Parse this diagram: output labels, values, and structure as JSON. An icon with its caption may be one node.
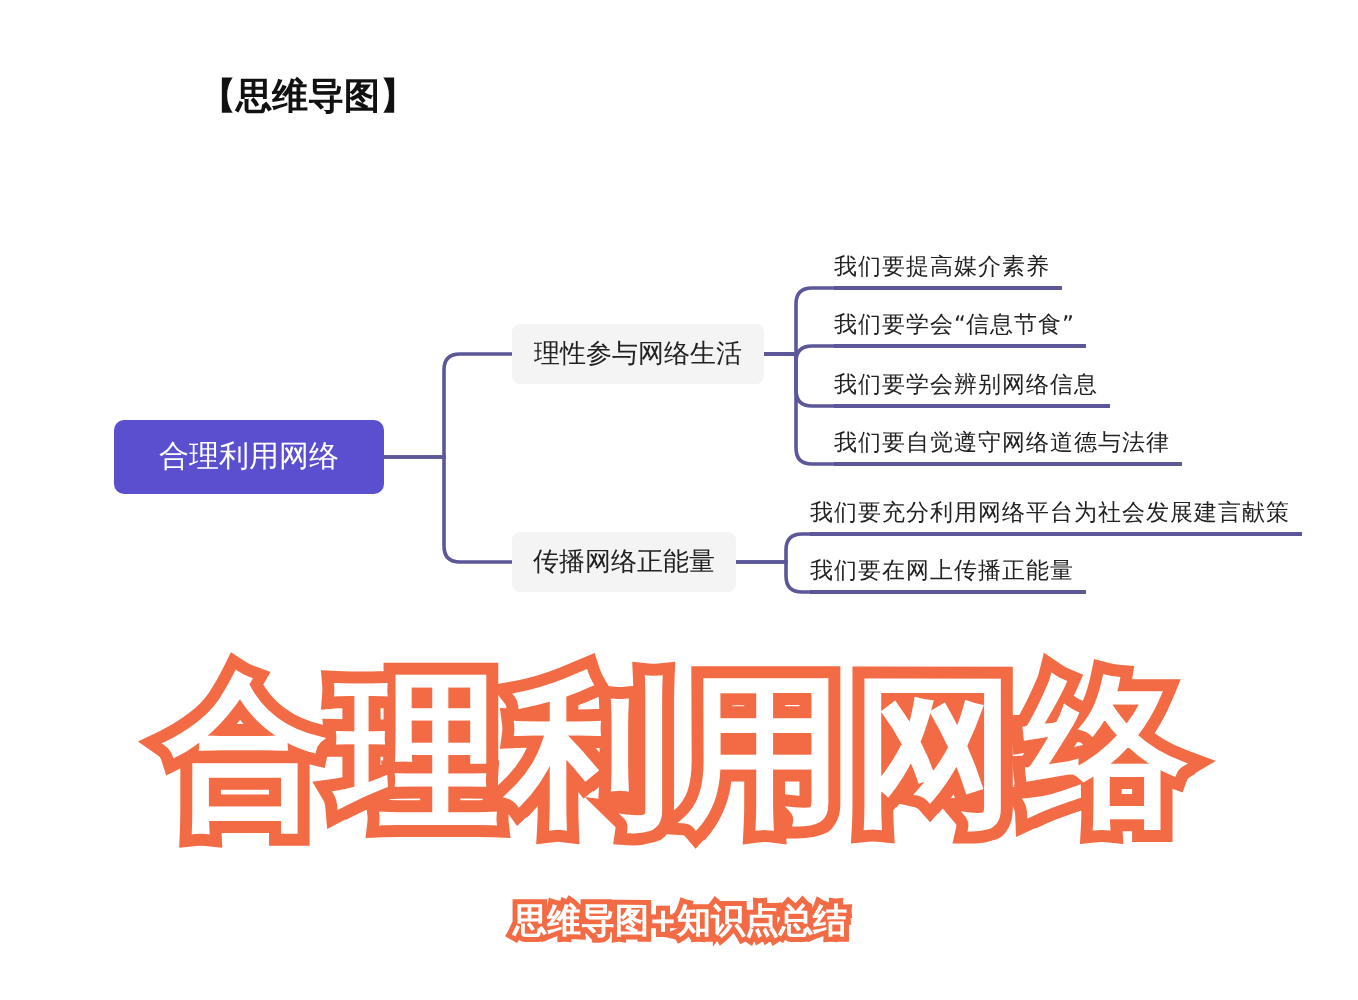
{
  "diagram": {
    "title": "【思维导图】",
    "nodes": [
      {
        "text": [
          "合理利用网络"
        ]
      },
      {
        "text": [
          "理性参与网络生活"
        ]
      },
      {
        "text": [
          "传播网络正能量"
        ]
      },
      {
        "text": [
          "我们要提高媒介素养"
        ]
      },
      {
        "text": [
          "我们要学会“信息节食”"
        ]
      },
      {
        "text": [
          "我们要学会辨别网络信息"
        ]
      },
      {
        "text": [
          "我们要自觉遵守网络道德与法律"
        ]
      },
      {
        "text": [
          "我们要充分利用网络平台为社会发展建言献策"
        ]
      },
      {
        "text": [
          "我们要在网上传播正能量"
        ]
      }
    ],
    "edges": [
      {
        "from": 0,
        "to": 1,
        "arrow": "none"
      },
      {
        "from": 0,
        "to": 2,
        "arrow": "none"
      },
      {
        "from": 1,
        "to": 3,
        "arrow": "none"
      },
      {
        "from": 1,
        "to": 4,
        "arrow": "none"
      },
      {
        "from": 1,
        "to": 5,
        "arrow": "none"
      },
      {
        "from": 1,
        "to": 6,
        "arrow": "none"
      },
      {
        "from": 2,
        "to": 7,
        "arrow": "none"
      },
      {
        "from": 2,
        "to": 8,
        "arrow": "none"
      }
    ],
    "labels": [
      "合理利用网络",
      "思维导图+知识点总结"
    ]
  }
}
